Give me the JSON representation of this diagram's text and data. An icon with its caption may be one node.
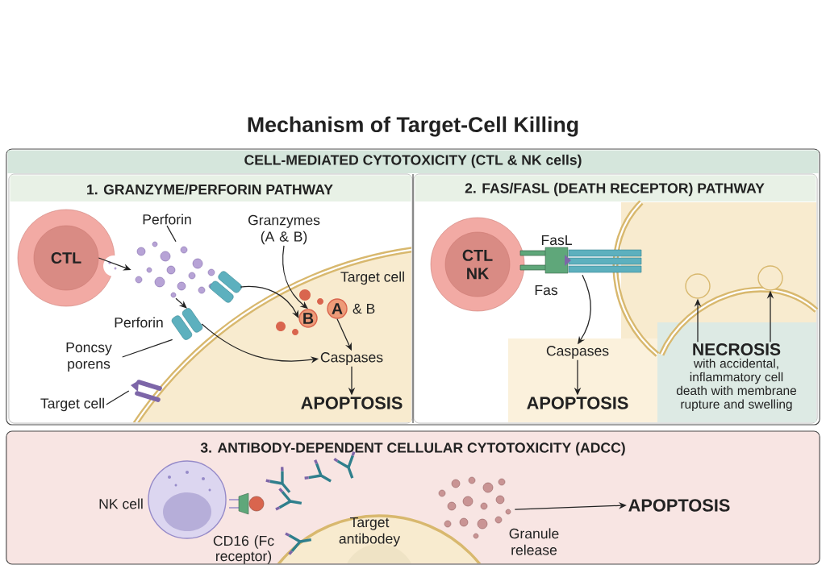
{
  "diagram": {
    "title": "Mechanism of Target-Cell Killing",
    "nodes": [
      {
        "text": [
          "CELL-MEDIATED CYTOTOXICITY (CTL & NK cells)"
        ]
      },
      {
        "text": [
          "1. GRANZYME/PERFORIN PATHWAY"
        ],
        "in": 0
      },
      {
        "text": [
          "2. FAS/FASL (DEATH RECEPTOR) PATHWAY"
        ],
        "in": 0
      },
      {
        "text": [
          "CTL"
        ],
        "in": 1
      },
      {
        "text": [
          "Perforin"
        ],
        "in": 1
      },
      {
        "text": [],
        "shape": "picture",
        "in": 1
      },
      {
        "text": [
          "Perforin"
        ],
        "in": 1
      },
      {
        "text": [],
        "shape": "picture",
        "in": 1
      },
      {
        "text": [],
        "shape": "picture",
        "in": 1
      },
      {
        "text": [
          "Granzymes (A & B)"
        ],
        "in": 1
      },
      {
        "text": [
          "B"
        ],
        "in": 1
      },
      {
        "text": [
          "A"
        ],
        "beside": [
          "& B"
        ],
        "in": 1
      },
      {
        "text": [
          "Target cell"
        ],
        "in": 1
      },
      {
        "text": [
          "Caspases"
        ],
        "in": 1
      },
      {
        "text": [
          "APOPTOSIS"
        ],
        "in": 1
      },
      {
        "text": [
          "Poncsy porens"
        ],
        "in": 1
      },
      {
        "text": [
          "Target cell"
        ],
        "in": 1
      },
      {
        "text": [],
        "shape": "picture",
        "in": 1
      },
      {
        "text": [
          "CTL NK"
        ],
        "in": 2
      },
      {
        "text": [
          "FasL"
        ],
        "in": 2
      },
      {
        "text": [
          "Fas"
        ],
        "in": 2
      },
      {
        "text": [],
        "shape": "picture",
        "in": 2
      },
      {
        "text": [
          "Caspases"
        ],
        "in": 2
      },
      {
        "text": [
          "APOPTOSIS"
        ],
        "in": 2
      },
      {
        "text": [
          "NECROSIS",
          "with accidental, inflammatory cell death with membrane rupture and swelling"
        ],
        "in": 2
      },
      {
        "text": [],
        "shape": "circle",
        "in": 2
      },
      {
        "text": [],
        "shape": "circle",
        "in": 2
      },
      {
        "text": [
          "3. ANTIBODY-DEPENDENT CELLULAR CYTOTOXICITY (ADCC)"
        ]
      },
      {
        "text": [],
        "shape": "circle",
        "beside": [
          "NK cell"
        ],
        "in": 27
      },
      {
        "text": [
          "Target antibodey"
        ],
        "in": 27
      },
      {
        "text": [],
        "shape": "picture",
        "beside": [
          "Granule release"
        ],
        "in": 27
      },
      {
        "text": [
          "APOPTOSIS"
        ],
        "in": 27
      }
    ],
    "edges": [
      {
        "from": 3,
        "to": 5,
        "arrow": "to"
      },
      {
        "from": 4,
        "to": 5,
        "arrow": "none"
      },
      {
        "from": 5,
        "to": 7,
        "arrow": "to"
      },
      {
        "from": 9,
        "to": 10,
        "arrow": "to"
      },
      {
        "from": 8,
        "to": 10,
        "arrow": "to"
      },
      {
        "from": 11,
        "to": 13,
        "arrow": "to"
      },
      {
        "from": 7,
        "to": 13,
        "arrow": "to"
      },
      {
        "from": 13,
        "to": 14,
        "arrow": "to"
      },
      {
        "from": 15,
        "to": 7,
        "arrow": "none"
      },
      {
        "from": 16,
        "to": 17,
        "arrow": "none"
      },
      {
        "from": 21,
        "to": 22,
        "arrow": "to"
      },
      {
        "from": 22,
        "to": 23,
        "arrow": "to"
      },
      {
        "from": 24,
        "to": 25,
        "arrow": "to"
      },
      {
        "from": 24,
        "to": 26,
        "arrow": "to"
      },
      {
        "from": 30,
        "to": 31,
        "arrow": "to"
      }
    ],
    "labels": [
      "CD16 (Fc receptor)"
    ]
  }
}
